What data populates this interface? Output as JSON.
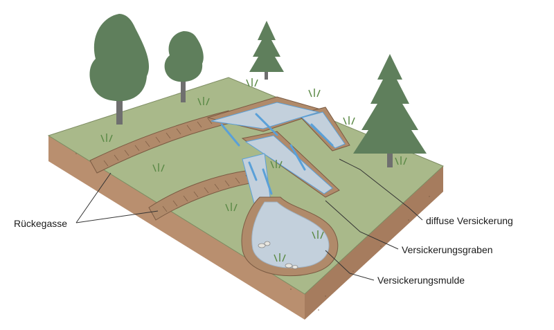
{
  "labels": {
    "rueckegasse": "Rückegasse",
    "diffuse_versickerung": "diffuse Versickerung",
    "versickerungsgraben": "Versickerungsgraben",
    "versickerungsmulde": "Versickerungsmulde"
  },
  "colors": {
    "meadow": "#a9b98a",
    "soil_side": "#b98f6f",
    "soil_dark": "#8a6a50",
    "tree": "#5f7f5c",
    "trunk": "#6f6f6f",
    "water": "#c3d0dc",
    "water_stream": "#5aa0d8",
    "rut": "#b08a6a"
  }
}
